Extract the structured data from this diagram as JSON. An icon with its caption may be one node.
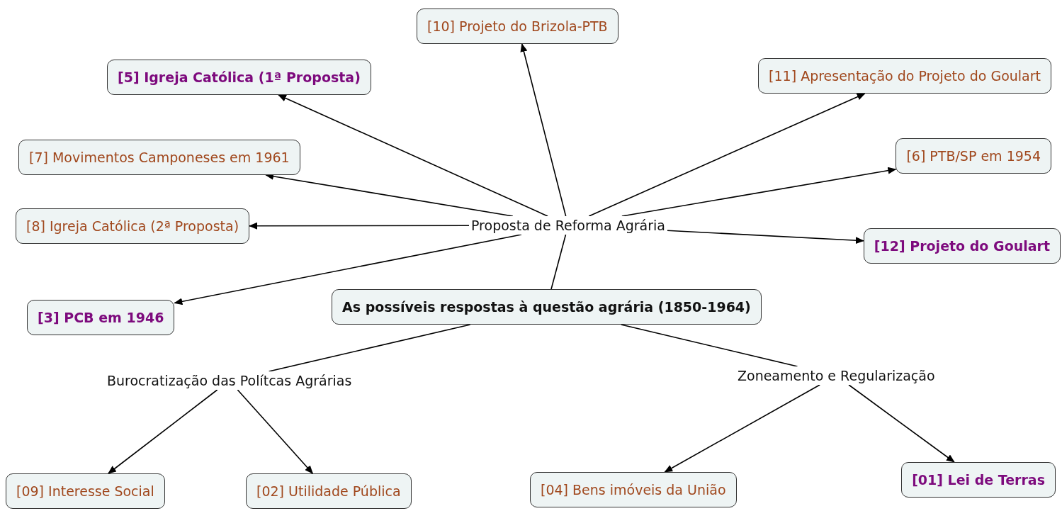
{
  "diagram": {
    "nodes": [
      {
        "text": [
          "As possíveis respostas à questão agrária (1850-1964)"
        ]
      },
      {
        "text": [
          "Proposta de Reforma Agrária"
        ]
      },
      {
        "text": [
          "Burocratização das Polítcas Agrárias"
        ]
      },
      {
        "text": [
          "Zoneamento e Regularização"
        ]
      },
      {
        "text": [
          "[10] Projeto do Brizola-PTB"
        ]
      },
      {
        "text": [
          "[5] Igreja Católica (1ª Proposta)"
        ]
      },
      {
        "text": [
          "[11] Apresentação do Projeto do Goulart"
        ]
      },
      {
        "text": [
          "[7] Movimentos Camponeses em 1961"
        ]
      },
      {
        "text": [
          "[6] PTB/SP em 1954"
        ]
      },
      {
        "text": [
          "[8] Igreja Católica (2ª Proposta)"
        ]
      },
      {
        "text": [
          "[12] Projeto do Goulart"
        ]
      },
      {
        "text": [
          "[3] PCB em 1946"
        ]
      },
      {
        "text": [
          "[09] Interesse Social"
        ]
      },
      {
        "text": [
          "[02] Utilidade Pública"
        ]
      },
      {
        "text": [
          "[04] Bens imóveis da União"
        ]
      },
      {
        "text": [
          "[01] Lei de Terras"
        ]
      }
    ],
    "edges": [
      {
        "from": 0,
        "to": 1,
        "arrow": "none"
      },
      {
        "from": 1,
        "to": 4,
        "arrow": "to"
      },
      {
        "from": 1,
        "to": 5,
        "arrow": "to"
      },
      {
        "from": 1,
        "to": 6,
        "arrow": "to"
      },
      {
        "from": 1,
        "to": 7,
        "arrow": "to"
      },
      {
        "from": 1,
        "to": 8,
        "arrow": "to"
      },
      {
        "from": 1,
        "to": 9,
        "arrow": "to"
      },
      {
        "from": 1,
        "to": 10,
        "arrow": "to"
      },
      {
        "from": 1,
        "to": 11,
        "arrow": "to"
      },
      {
        "from": 0,
        "to": 2,
        "arrow": "none"
      },
      {
        "from": 0,
        "to": 3,
        "arrow": "none"
      },
      {
        "from": 2,
        "to": 12,
        "arrow": "to"
      },
      {
        "from": 2,
        "to": 13,
        "arrow": "to"
      },
      {
        "from": 3,
        "to": 14,
        "arrow": "to"
      },
      {
        "from": 3,
        "to": 15,
        "arrow": "to"
      }
    ]
  }
}
